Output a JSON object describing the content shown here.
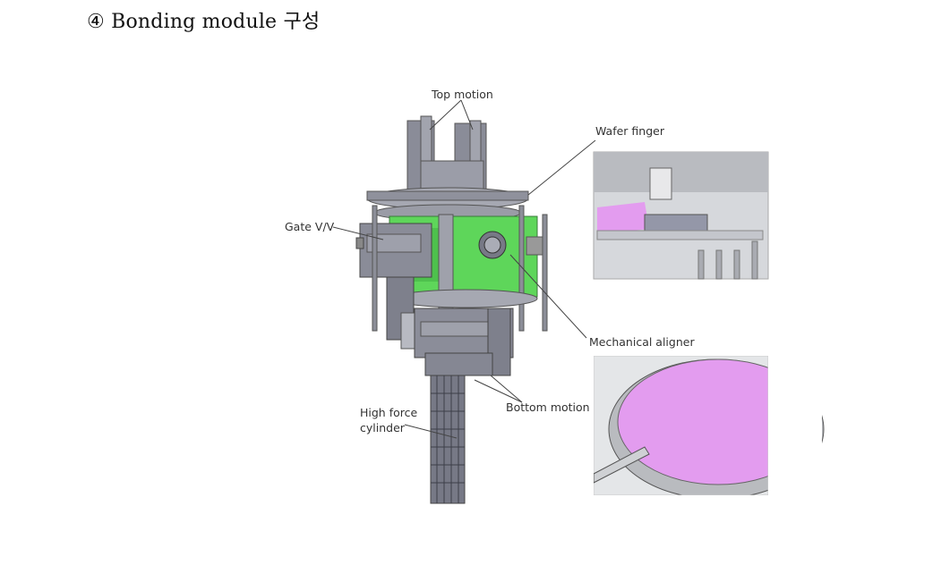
{
  "heading": "④ Bonding module 구성",
  "figure": {
    "labels": {
      "top_motion": "Top motion",
      "wafer_finger": "Wafer finger",
      "gate_vv": "Gate V/V",
      "mechanical_aligner": "Mechanical aligner",
      "bottom_motion": "Bottom motion",
      "high_force_line1": "High force",
      "high_force_line2": "cylinder"
    },
    "colors": {
      "chamber": "#5ed65a",
      "wafer": "#e39cef",
      "metal": "#8d8f9c"
    }
  }
}
